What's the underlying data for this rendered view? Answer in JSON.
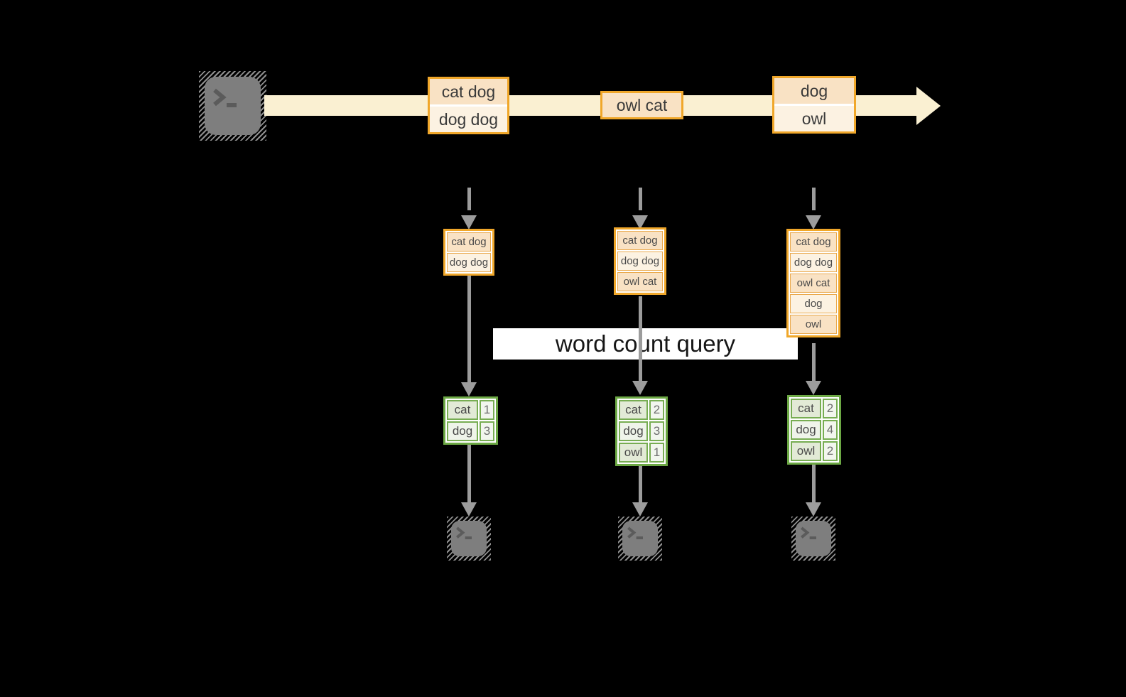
{
  "query_label": "word count query",
  "icons": {
    "source": "terminal-icon",
    "sinks": "terminal-icon"
  },
  "colors": {
    "background": "#000000",
    "stream_fill": "#faf0d2",
    "batch_border": "#f0a72a",
    "batch_fill_dark": "#f9e2c4",
    "batch_fill_light": "#fcf2e2",
    "table_border": "#6ca844",
    "table_fill_dark": "#e2ead6",
    "table_fill_light": "#eff4ea",
    "arrow_gray": "#9c9c9c",
    "terminal_gray": "#7e7e7e"
  },
  "stream": {
    "batches": [
      {
        "lines": [
          "cat dog",
          "dog dog"
        ]
      },
      {
        "lines": [
          "owl cat"
        ]
      },
      {
        "lines": [
          "dog",
          "owl"
        ]
      }
    ]
  },
  "columns": [
    {
      "input_lines": [
        "cat dog",
        "dog dog"
      ],
      "counts": [
        {
          "word": "cat",
          "count": "1"
        },
        {
          "word": "dog",
          "count": "3"
        }
      ]
    },
    {
      "input_lines": [
        "cat dog",
        "dog dog",
        "owl cat"
      ],
      "counts": [
        {
          "word": "cat",
          "count": "2"
        },
        {
          "word": "dog",
          "count": "3"
        },
        {
          "word": "owl",
          "count": "1"
        }
      ]
    },
    {
      "input_lines": [
        "cat dog",
        "dog dog",
        "owl cat",
        "dog",
        "owl"
      ],
      "counts": [
        {
          "word": "cat",
          "count": "2"
        },
        {
          "word": "dog",
          "count": "4"
        },
        {
          "word": "owl",
          "count": "2"
        }
      ]
    }
  ]
}
